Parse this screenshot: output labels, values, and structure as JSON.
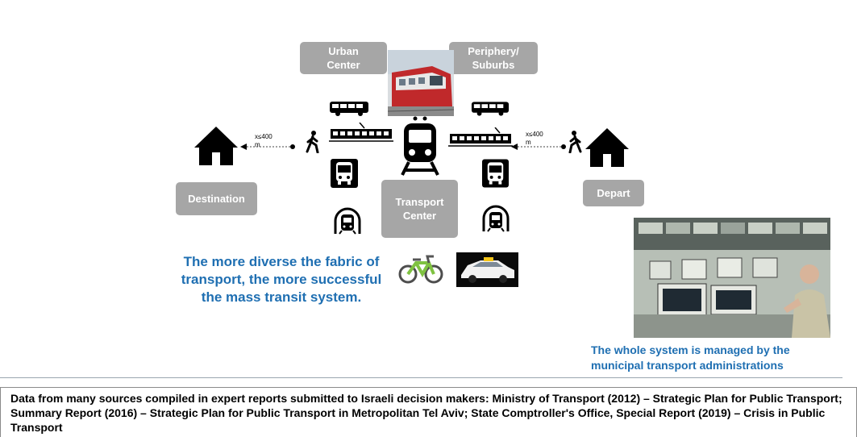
{
  "labels": {
    "urban_center": "Urban\nCenter",
    "periphery": "Periphery/\nSuburbs",
    "destination": "Destination",
    "depart": "Depart",
    "transport_center": "Transport\nCenter",
    "dist_left": "x≤400\nm",
    "dist_right": "x≤400\nm"
  },
  "captions": {
    "diverse": "The more diverse the fabric of\ntransport, the more successful\nthe mass transit system.",
    "managed": "The whole system is managed by the\nmunicipal transport administrations"
  },
  "sources_text": "Data from many sources compiled in expert reports submitted to Israeli decision makers: Ministry of Transport (2012) – Strategic Plan for Public Transport; Summary Report (2016) – Strategic Plan for Public Transport in Metropolitan Tel Aviv; State Comptroller's Office, Special Report (2019) – Crisis in Public Transport",
  "colors": {
    "box_gray": "#a6a6a6",
    "caption_blue": "#1f6fb2"
  },
  "icons": [
    "house-icon",
    "walking-person-icon",
    "bus-icon",
    "tram-icon",
    "train-icon",
    "bus-front-icon",
    "metro-icon",
    "bicycle-icon",
    "taxi-icon"
  ]
}
